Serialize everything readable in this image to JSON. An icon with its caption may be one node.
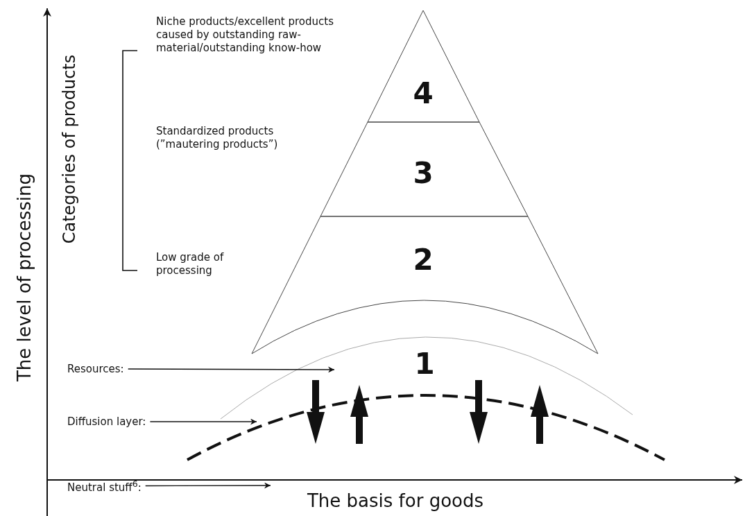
{
  "diagram": {
    "nodes": [
      {
        "text": [
          "4"
        ]
      },
      {
        "text": [
          "3"
        ]
      },
      {
        "text": [
          "2"
        ]
      },
      {
        "text": [
          "1"
        ]
      },
      {
        "text": [
          "Resources:"
        ]
      },
      {
        "text": [
          "Diffusion layer:"
        ]
      },
      {
        "text": [
          "Neutral stuff$^{6}$:"
        ]
      },
      {
        "text": [],
        "shape": "line"
      }
    ],
    "edges": [
      {
        "from": 4,
        "to": 3,
        "arrow": "to"
      },
      {
        "from": 5,
        "to": 7,
        "arrow": "to"
      },
      {
        "from": 6,
        "to": null,
        "arrow": "to"
      }
    ],
    "labels": [
      "The level of processing",
      "Categories of products",
      "Niche products/excellent products caused by outstanding raw-material/outstanding know-how",
      "Standardized products (”mautering products”)",
      "Low grade of processing",
      "The basis for goods"
    ]
  }
}
